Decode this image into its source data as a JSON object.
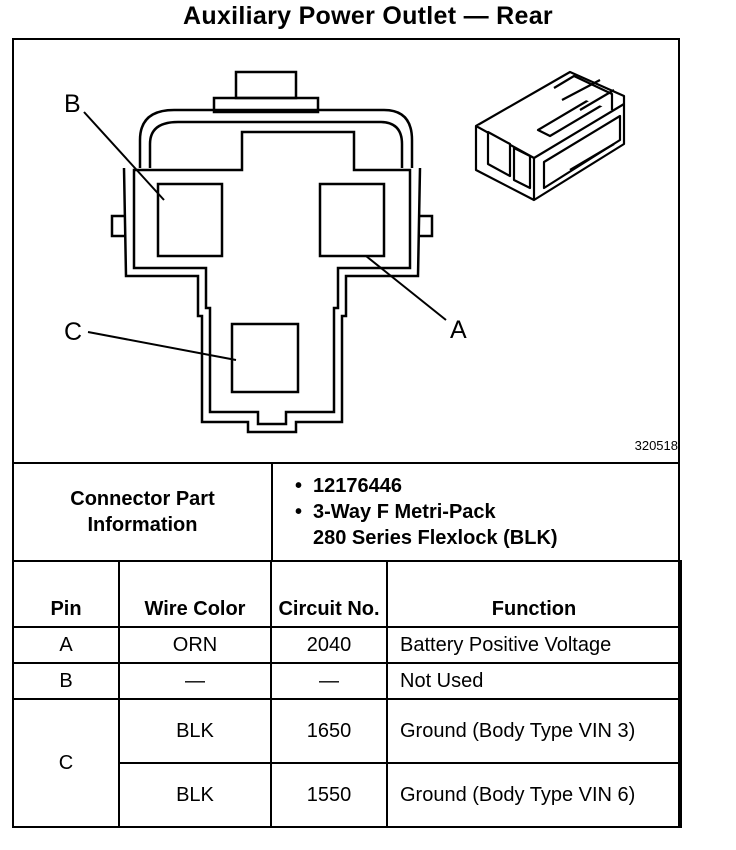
{
  "title": "Auxiliary Power Outlet — Rear",
  "figure_number": "320518",
  "callouts": {
    "a": "A",
    "b": "B",
    "c": "C"
  },
  "connector": {
    "label": "Connector Part Information",
    "bullets": [
      "12176446",
      "3-Way F Metri-Pack",
      "280 Series Flexlock (BLK)"
    ]
  },
  "headers": {
    "pin": "Pin",
    "wire_color": "Wire Color",
    "circuit_no": "Circuit No.",
    "function": "Function"
  },
  "rows": [
    {
      "pin": "A",
      "wire": "ORN",
      "circuit": "2040",
      "function": "Battery Positive Voltage"
    },
    {
      "pin": "B",
      "wire": "—",
      "circuit": "—",
      "function": "Not Used"
    },
    {
      "pin": "C",
      "wire": "BLK",
      "circuit": "1650",
      "function": "Ground (Body Type VIN 3)"
    },
    {
      "pin": "",
      "wire": "BLK",
      "circuit": "1550",
      "function": "Ground (Body Type VIN 6)"
    }
  ]
}
